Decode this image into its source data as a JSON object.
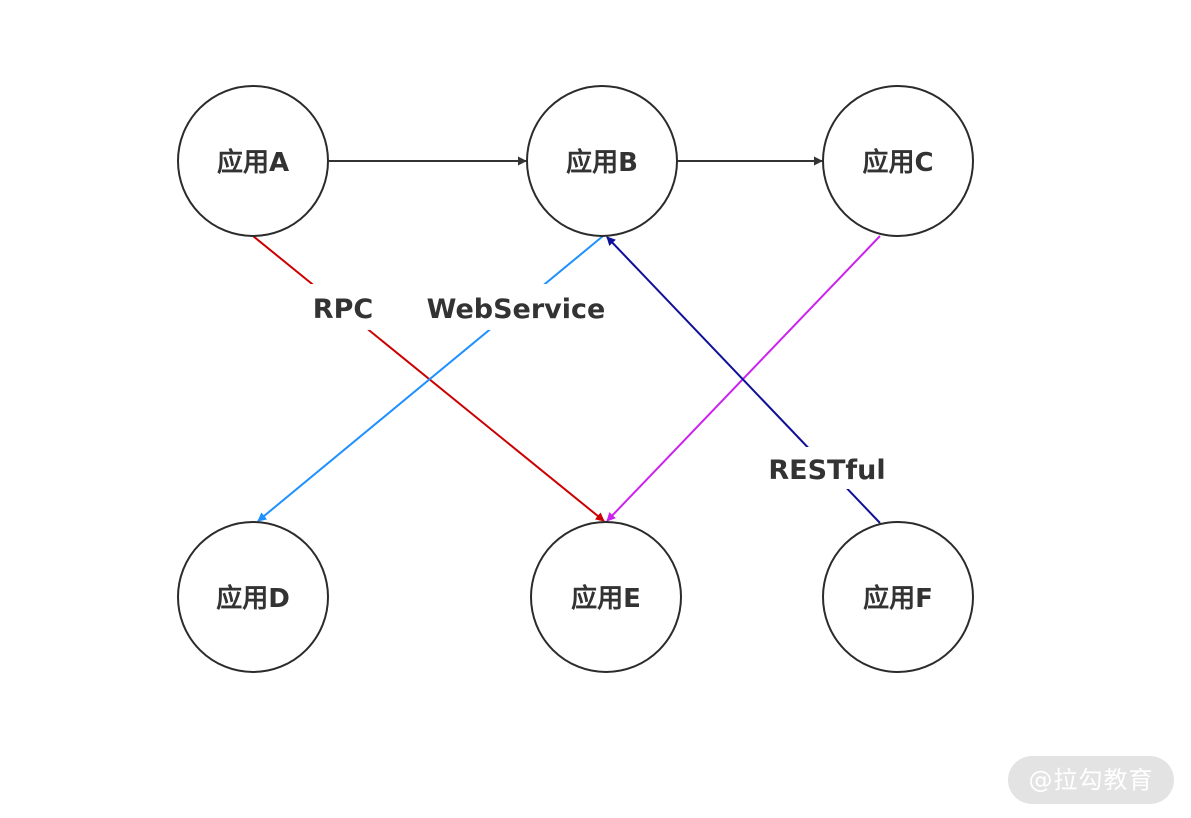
{
  "nodes": {
    "a": "应用A",
    "b": "应用B",
    "c": "应用C",
    "d": "应用D",
    "e": "应用E",
    "f": "应用F"
  },
  "edges": {
    "a_b": {
      "from": "应用A",
      "to": "应用B",
      "color": "#333333"
    },
    "b_c": {
      "from": "应用B",
      "to": "应用C",
      "color": "#333333"
    },
    "a_e": {
      "from": "应用A",
      "to": "应用E",
      "label": "RPC",
      "color": "#cc0000"
    },
    "b_d": {
      "from": "应用B",
      "to": "应用D",
      "label": "WebService",
      "color": "#1e90ff"
    },
    "c_e": {
      "from": "应用C",
      "to": "应用E",
      "color": "#cc22ee"
    },
    "f_b": {
      "from": "应用F",
      "to": "应用B",
      "label": "RESTful",
      "color": "#0f0f99"
    }
  },
  "watermark": "@拉勾教育"
}
